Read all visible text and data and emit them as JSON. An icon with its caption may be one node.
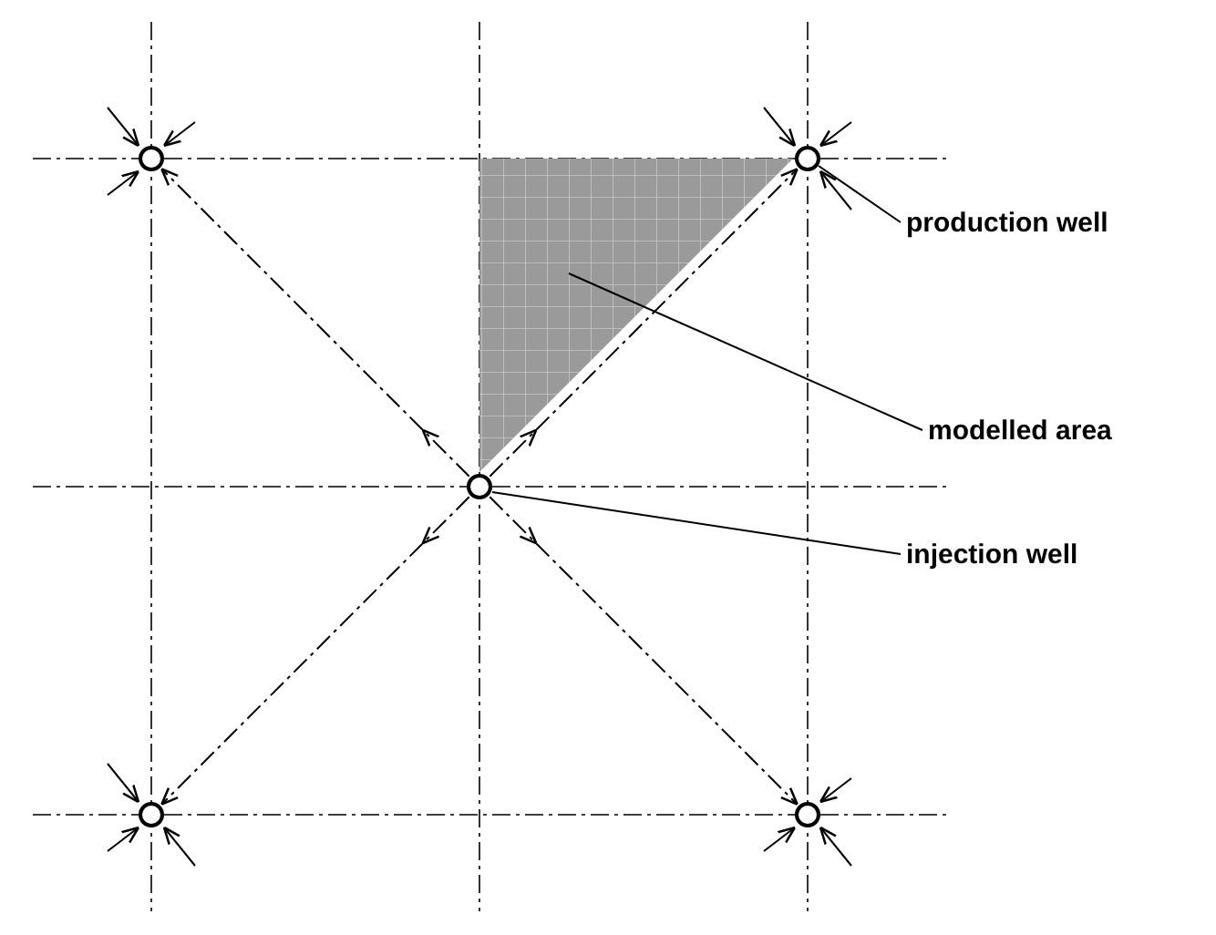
{
  "diagram": {
    "nodes": [
      {
        "text": [],
        "shape": "circle"
      },
      {
        "text": [],
        "shape": "triangle"
      },
      {
        "text": [],
        "shape": "circle"
      },
      {
        "text": [
          "production well"
        ]
      },
      {
        "text": [
          "modelled area"
        ]
      },
      {
        "text": [],
        "shape": "circle"
      },
      {
        "text": [
          "injection well"
        ]
      },
      {
        "text": [],
        "shape": "circle"
      },
      {
        "text": [],
        "shape": "circle"
      }
    ],
    "edges": [
      {
        "from": 3,
        "to": 2,
        "arrow": "none"
      },
      {
        "from": 4,
        "to": 1,
        "arrow": "none"
      },
      {
        "from": 6,
        "to": 5,
        "arrow": "none"
      },
      {
        "from": 5,
        "to": 0,
        "arrow": "to",
        "style": "dashed"
      },
      {
        "from": 5,
        "to": 2,
        "arrow": "to",
        "style": "dashed"
      },
      {
        "from": 5,
        "to": 7,
        "arrow": "to",
        "style": "dashed"
      },
      {
        "from": 5,
        "to": 8,
        "arrow": "to",
        "style": "dashed"
      }
    ]
  }
}
